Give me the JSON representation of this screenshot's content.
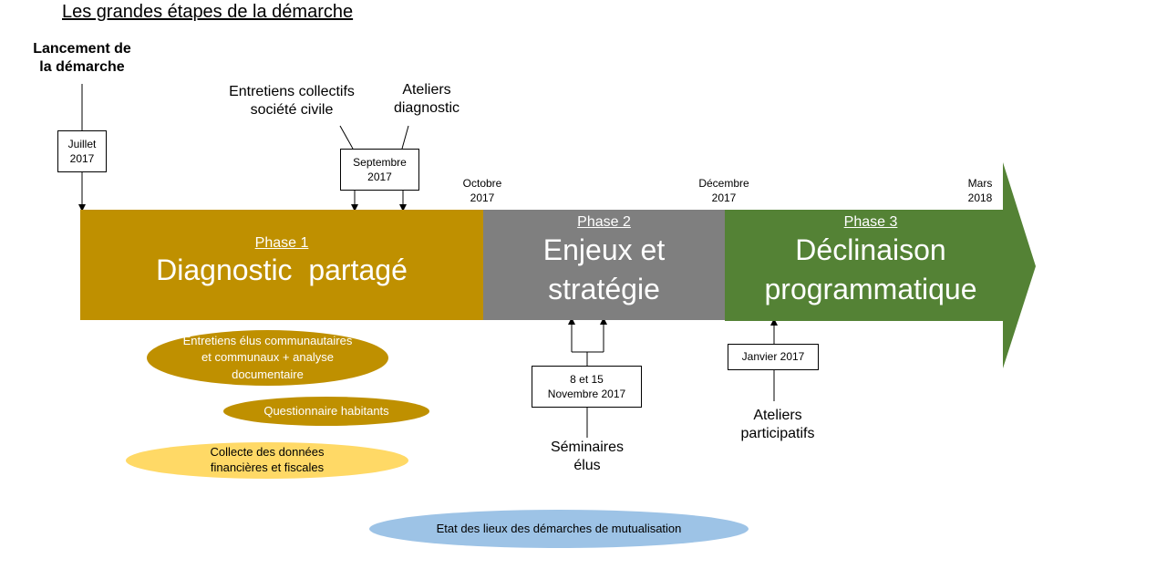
{
  "title": "Les grandes étapes de la démarche",
  "milestones": {
    "launch_label": "Lancement de\nla démarche",
    "launch_date": "Juillet\n2017",
    "entretiens_label": "Entretiens collectifs\nsociété civile",
    "ateliers_diag_label": "Ateliers\ndiagnostic",
    "sept_date": "Septembre\n2017",
    "oct_date": "Octobre\n2017",
    "dec_date": "Décembre\n2017",
    "mars_date": "Mars\n2018",
    "novembre_date": "8 et 15\nNovembre 2017",
    "seminaires_label": "Séminaires\nélus",
    "janvier_date": "Janvier 2017",
    "ateliers_part_label": "Ateliers\nparticipatifs"
  },
  "phases": [
    {
      "label": "Phase 1",
      "title": "Diagnostic  partagé"
    },
    {
      "label": "Phase 2",
      "title": "Enjeux et\nstratégie"
    },
    {
      "label": "Phase 3",
      "title": "Déclinaison\nprogrammatique"
    }
  ],
  "activities": [
    {
      "text": "Entretiens élus communautaires\net communaux + analyse\ndocumentaire"
    },
    {
      "text": "Questionnaire habitants"
    },
    {
      "text": "Collecte des données\nfinancières et fiscales"
    },
    {
      "text": "Etat des lieux des démarches de mutualisation"
    }
  ],
  "colors": {
    "phase1": "#bf9000",
    "phase2": "#7f7f7f",
    "phase3": "#548235",
    "pill_dark": "#bf9000",
    "pill_light": "#ffd966",
    "pill_blue": "#9dc3e6"
  }
}
